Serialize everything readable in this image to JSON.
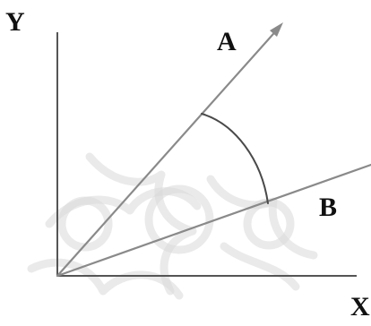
{
  "diagram": {
    "labels": {
      "y_axis": "Y",
      "x_axis": "X",
      "vector_a": "A",
      "vector_b": "B"
    },
    "colors": {
      "background": "#ffffff",
      "axis_line": "#555555",
      "vector_line": "#8a8a8a",
      "arc": "#4a4a4a",
      "label": "#111111",
      "watermark": "#d9d9d9"
    }
  }
}
